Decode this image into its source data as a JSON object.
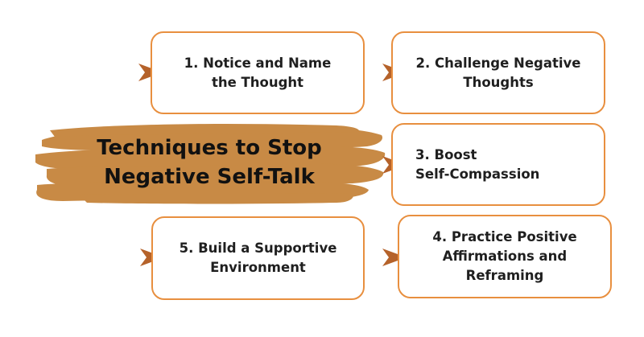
{
  "title": "Techniques to Stop\nNegative Self-Talk",
  "colors": {
    "accent": "#e88f3f",
    "brush": "#c88a45",
    "arrow": "#b5622a",
    "text": "#1f1f1f"
  },
  "steps": [
    {
      "label": "1. Notice and Name\nthe Thought"
    },
    {
      "label": "2. Challenge Negative\nThoughts"
    },
    {
      "label": "3. Boost\nSelf-Compassion"
    },
    {
      "label": "4. Practice Positive\nAffirmations and\nReframing"
    },
    {
      "label": "5. Build a Supportive\nEnvironment"
    }
  ]
}
